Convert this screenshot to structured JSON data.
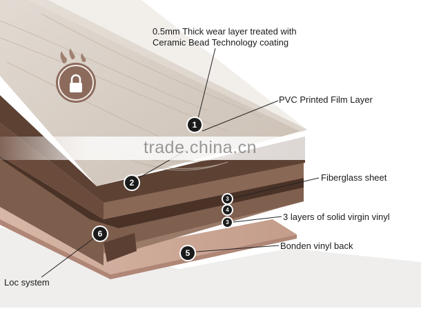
{
  "labels": {
    "wear_layer_line1": "0.5mm Thick wear layer treated with",
    "wear_layer_line2": "Ceramic Bead Technology coating",
    "pvc_film": "PVC Printed Film Layer",
    "fiberglass": "Fiberglass sheet",
    "vinyl_layers": "3 layers of solid virgin vinyl",
    "vinyl_back": "Bonden vinyl back",
    "loc_system": "Loc system"
  },
  "badges": {
    "b1": "1",
    "b2": "2",
    "b3a": "3",
    "b4": "4",
    "b3b": "3",
    "b5": "5",
    "b6": "6"
  },
  "watermark": "trade.china.cn",
  "icon": "waterproof-lock-icon",
  "colors": {
    "wood_top": "#d8cfc6",
    "dark_core": "#5a4032",
    "mid_core": "#8d6f5e",
    "back": "#c9a898",
    "badge": "#1b1b1b"
  }
}
